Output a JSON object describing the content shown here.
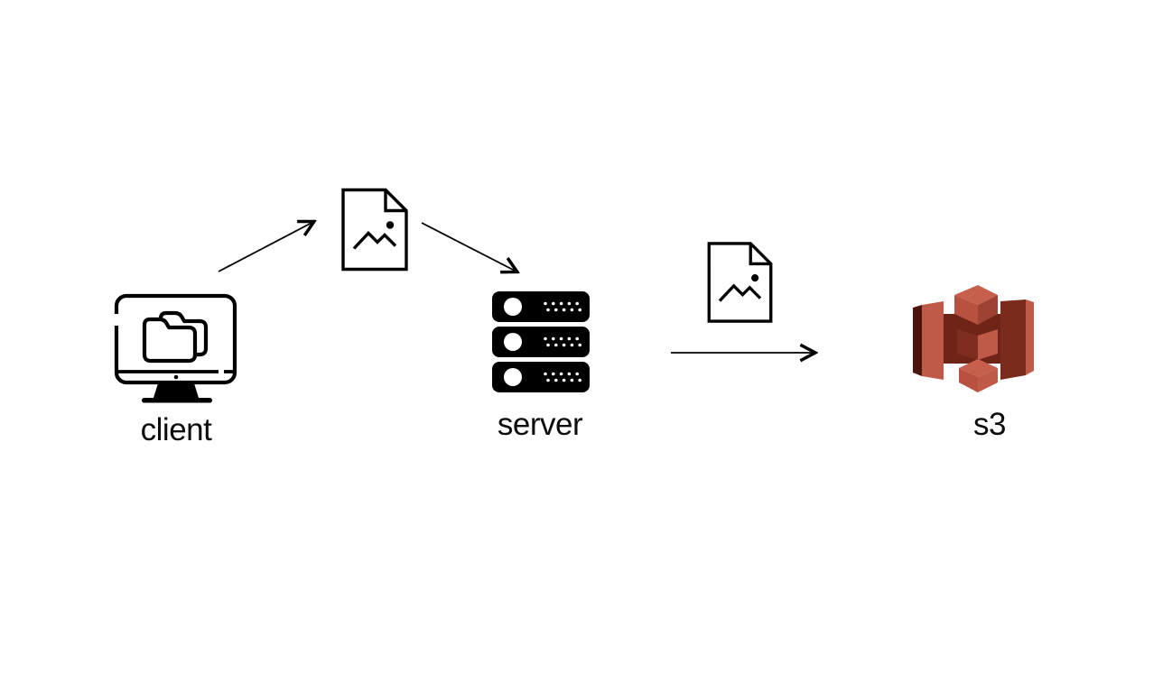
{
  "background": "#ffffff",
  "diagram": {
    "type": "flow-diagram",
    "nodes": [
      {
        "id": "client",
        "label": "client",
        "icon": "monitor-folder-icon"
      },
      {
        "id": "server",
        "label": "server",
        "icon": "server-rack-icon"
      },
      {
        "id": "s3",
        "label": "s3",
        "icon": "aws-s3-icon"
      }
    ],
    "file_icons": [
      {
        "id": "image-file-1",
        "icon": "image-file-icon"
      },
      {
        "id": "image-file-2",
        "icon": "image-file-icon"
      }
    ],
    "arrows": [
      {
        "from": "client",
        "to": "image-file-1",
        "direction": "up-right"
      },
      {
        "from": "image-file-1",
        "to": "server",
        "direction": "down-right"
      },
      {
        "from": "server",
        "to": "s3",
        "direction": "right"
      }
    ],
    "colors": {
      "stroke": "#000000",
      "s3_salmon": "#c05a48",
      "s3_salmon_light": "#c6604c",
      "s3_mid": "#b8513f",
      "s3_cube_shade": "#9e4233",
      "s3_maroon": "#7b2b1d",
      "s3_maroon_deep": "#6f2418",
      "s3_darkest": "#4a150c"
    }
  }
}
